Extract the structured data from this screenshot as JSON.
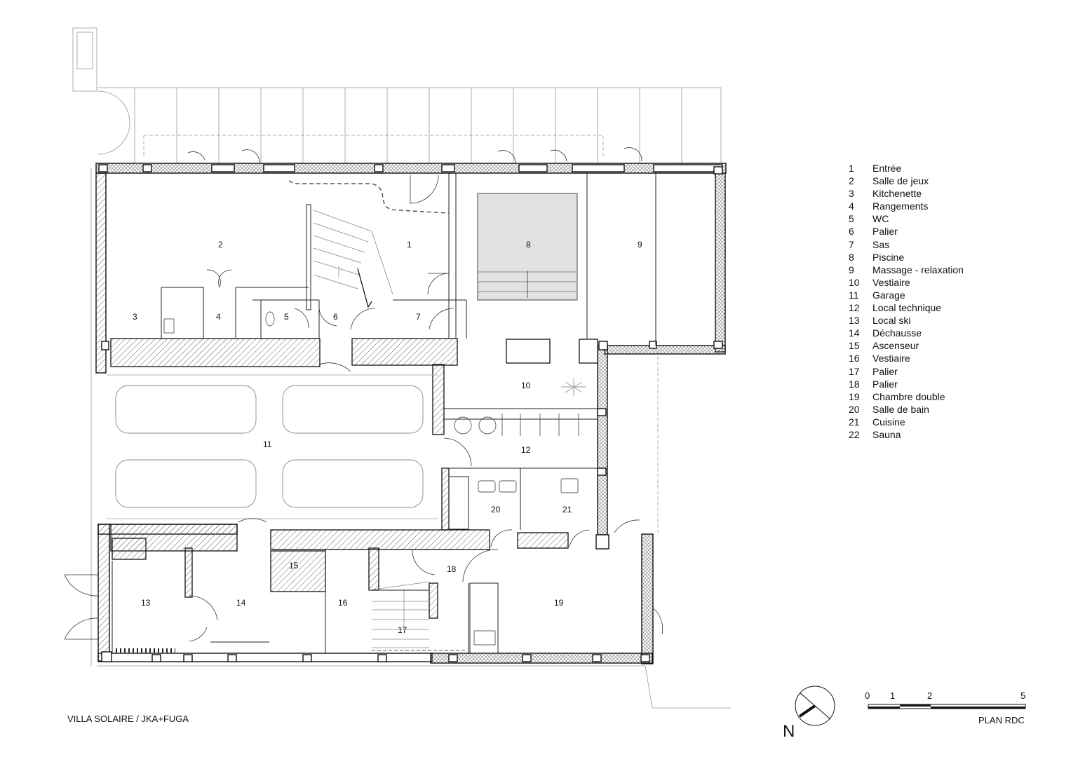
{
  "rooms": [
    {
      "num": "1",
      "label": "Entrée"
    },
    {
      "num": "2",
      "label": "Salle de jeux"
    },
    {
      "num": "3",
      "label": "Kitchenette"
    },
    {
      "num": "4",
      "label": "Rangements"
    },
    {
      "num": "5",
      "label": "WC"
    },
    {
      "num": "6",
      "label": "Palier"
    },
    {
      "num": "7",
      "label": "Sas"
    },
    {
      "num": "8",
      "label": "Piscine"
    },
    {
      "num": "9",
      "label": "Massage - relaxation"
    },
    {
      "num": "10",
      "label": "Vestiaire"
    },
    {
      "num": "11",
      "label": "Garage"
    },
    {
      "num": "12",
      "label": "Local technique"
    },
    {
      "num": "13",
      "label": "Local ski"
    },
    {
      "num": "14",
      "label": "Déchausse"
    },
    {
      "num": "15",
      "label": "Ascenseur"
    },
    {
      "num": "16",
      "label": "Vestiaire"
    },
    {
      "num": "17",
      "label": "Palier"
    },
    {
      "num": "18",
      "label": "Palier"
    },
    {
      "num": "19",
      "label": "Chambre double"
    },
    {
      "num": "20",
      "label": "Salle de bain"
    },
    {
      "num": "21",
      "label": "Cuisine"
    },
    {
      "num": "22",
      "label": "Sauna"
    }
  ],
  "project_caption": "VILLA SOLAIRE / JKA+FUGA",
  "plan_caption": "PLAN RDC",
  "north_label": "N",
  "scale_labels": [
    "0",
    "1",
    "2",
    "5"
  ],
  "colors": {
    "line": "#111111",
    "wall_hatch": "#555555",
    "pool": "#e2e2e2",
    "faint": "#9a9a9a"
  }
}
